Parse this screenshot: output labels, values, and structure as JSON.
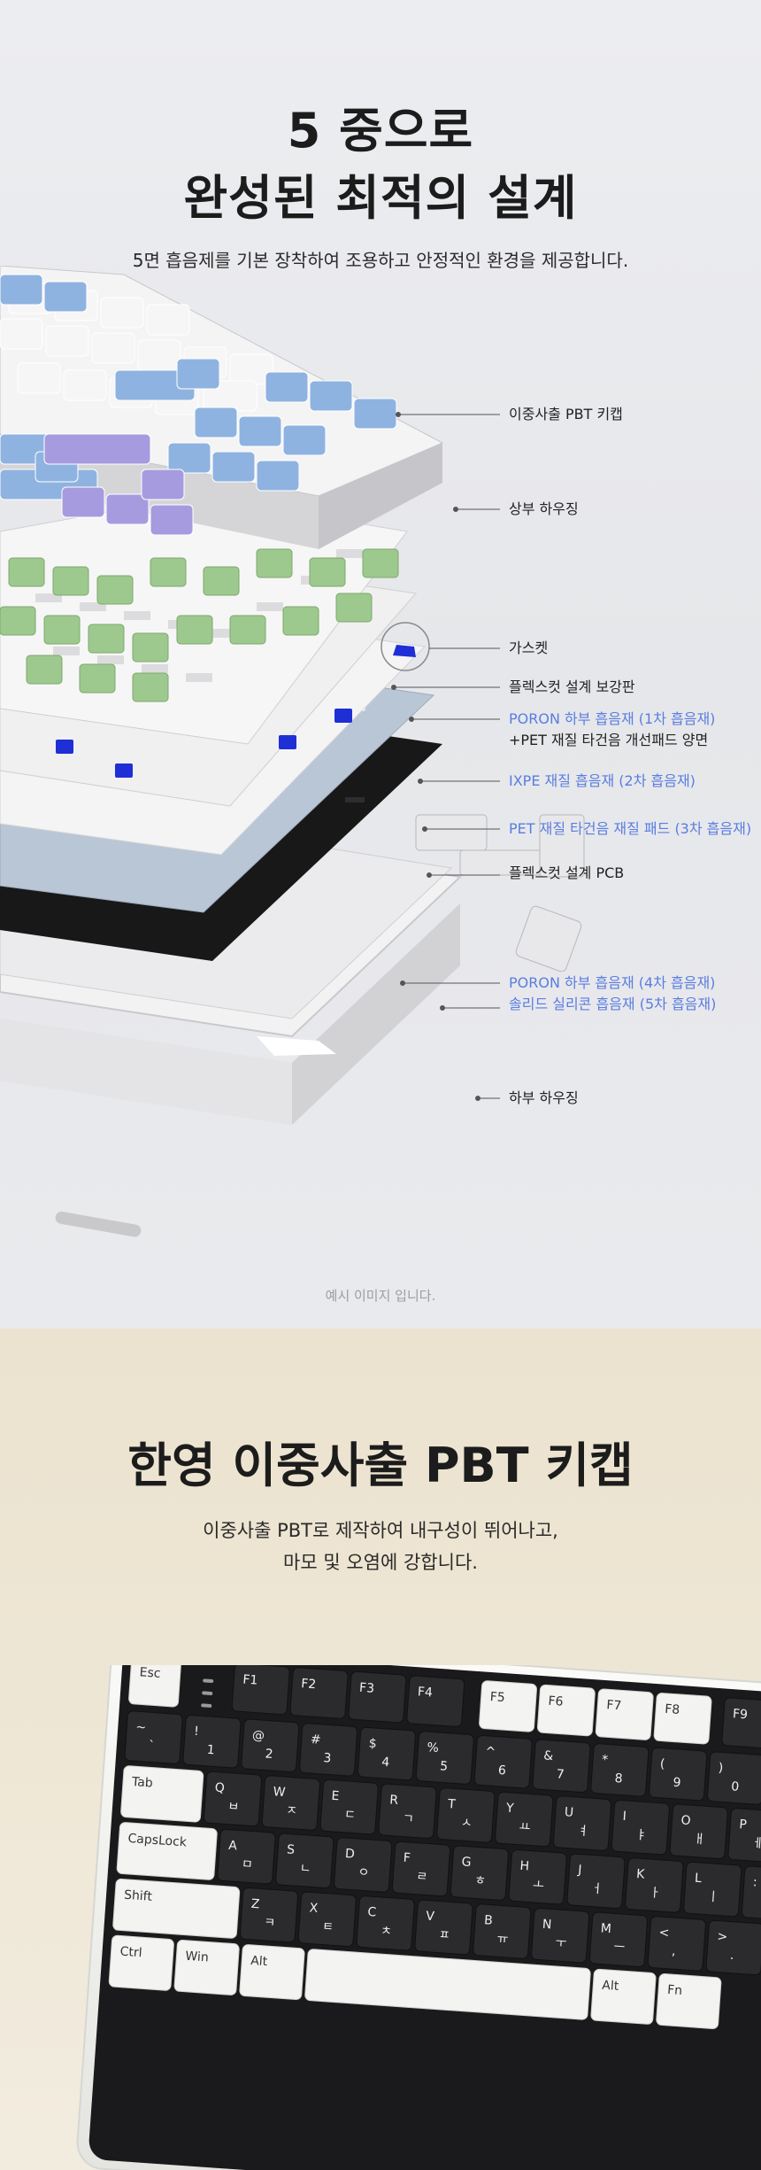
{
  "section1": {
    "title_line1": "5 중으로",
    "title_line2": "완성된 최적의 설계",
    "subtitle": "5면 흡음제를 기본 장착하여 조용하고 안정적인 환경을 제공합니다.",
    "labels": [
      {
        "text": "이중사출 PBT 키캡",
        "color": "#222222"
      },
      {
        "text": "상부 하우징",
        "color": "#222222"
      },
      {
        "text": "가스켓",
        "color": "#222222"
      },
      {
        "text": "플렉스컷 설계 보강판",
        "color": "#222222"
      },
      {
        "text": "PORON 하부 흡음재 (1차 흡음재)",
        "color": "#5a7de0"
      },
      {
        "text": "+PET 재질 타건음 개선패드 양면",
        "color": "#222222"
      },
      {
        "text": "IXPE 재질 흡음재 (2차 흡음재)",
        "color": "#5a7de0"
      },
      {
        "text": "PET 재질 타건음 재질 패드 (3차 흡음재)",
        "color": "#5a7de0"
      },
      {
        "text": "플렉스컷 설계 PCB",
        "color": "#222222"
      },
      {
        "text": "PORON 하부 흡음재 (4차 흡음재)",
        "color": "#5a7de0"
      },
      {
        "text": "솔리드 실리콘 흡음재 (5차 흡음재)",
        "color": "#5a7de0"
      },
      {
        "text": "하부 하우징",
        "color": "#222222"
      }
    ],
    "caption": "예시 이미지 입니다."
  },
  "section2": {
    "title": "한영 이중사출 PBT 키캡",
    "subtitle_line1": "이중사출 PBT로 제작하여 내구성이 뛰어나고,",
    "subtitle_line2": "마모 및 오염에 강합니다.",
    "keys": {
      "esc": "Esc",
      "f1": "F1",
      "f2": "F2",
      "f3": "F3",
      "f4": "F4",
      "f5": "F5",
      "f6": "F6",
      "f7": "F7",
      "f8": "F8",
      "f9": "F9",
      "tab": "Tab",
      "capslock": "CapsLock",
      "shift": "Shift",
      "ctrl": "Ctrl",
      "win": "Win",
      "alt": "Alt",
      "alt_right": "Alt",
      "fn": "Fn",
      "num_row": [
        "~ `",
        "! 1",
        "@ 2",
        "# 3",
        "$ 4",
        "% 5",
        "^ 6",
        "& 7",
        "* 8",
        "( 9",
        ") 0",
        "_ -"
      ],
      "row_q": [
        "Q ㅂ",
        "W ㅈ",
        "E ㄷ",
        "R ㄱ",
        "T ㅅ",
        "Y ㅛ",
        "U ㅕ",
        "I ㅑ",
        "O ㅐ",
        "P ㅔ",
        "{ ["
      ],
      "row_a": [
        "A ㅁ",
        "S ㄴ",
        "D ㅇ",
        "F ㄹ",
        "G ㅎ",
        "H ㅗ",
        "J ㅓ",
        "K ㅏ",
        "L ㅣ",
        ": ;"
      ],
      "row_z": [
        "Z ㅋ",
        "X ㅌ",
        "C ㅊ",
        "V ㅍ",
        "B ㅠ",
        "N ㅜ",
        "M ㅡ",
        "< ,",
        "> .",
        "? /"
      ]
    }
  },
  "colors": {
    "accent_blue": "#5a7de0",
    "keycap_blue": "#8fb3e0",
    "keycap_purple": "#a79bdf",
    "switch_green": "#9ec98e",
    "gasket_blue": "#1f2fd6",
    "keycap_dark": "#2b2b2e"
  }
}
